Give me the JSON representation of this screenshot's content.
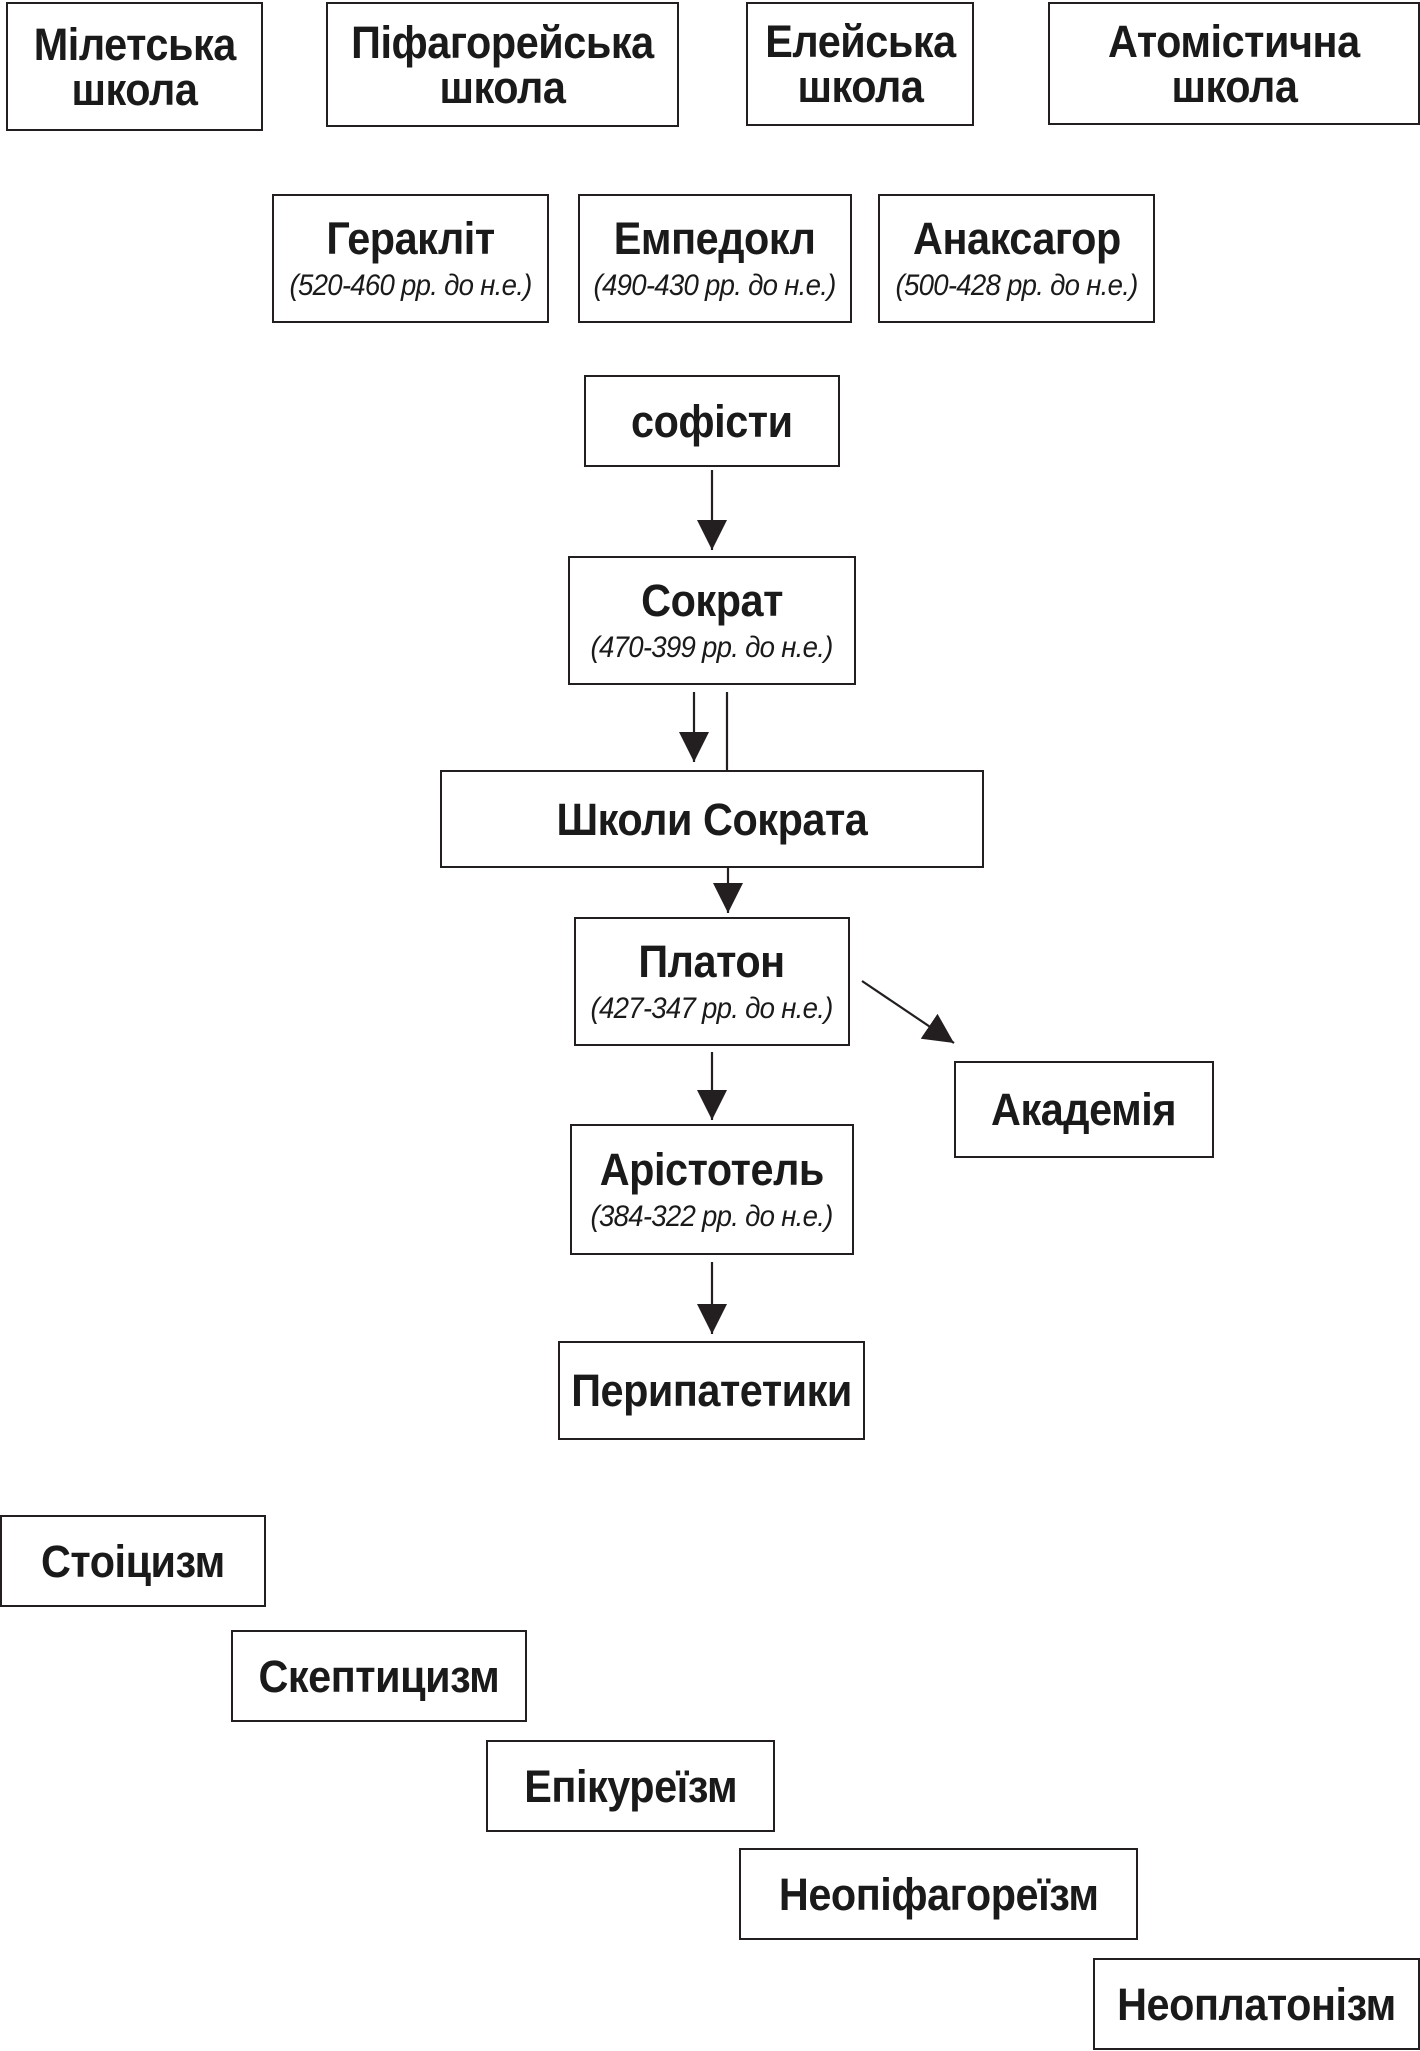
{
  "schools": {
    "miletus": {
      "line1": "Мілетська",
      "line2": "школа"
    },
    "pythagorean": {
      "line1": "Піфагорейська",
      "line2": "школа"
    },
    "eleatic": {
      "line1": "Елейська",
      "line2": "школа"
    },
    "atomist": {
      "line1": "Атомістична",
      "line2": "школа"
    }
  },
  "philosophers": {
    "heraclitus": {
      "name": "Геракліт",
      "dates": "(520-460 рр. до н.е.)"
    },
    "empedocles": {
      "name": "Емпедокл",
      "dates": "(490-430 рр. до н.е.)"
    },
    "anaxagoras": {
      "name": "Анаксагор",
      "dates": "(500-428 рр. до н.е.)"
    },
    "socrates": {
      "name": "Сократ",
      "dates": "(470-399 рр. до н.е.)"
    },
    "plato": {
      "name": "Платон",
      "dates": "(427-347 рр. до н.е.)"
    },
    "aristotle": {
      "name": "Арістотель",
      "dates": "(384-322 рр. до н.е.)"
    }
  },
  "groups": {
    "sophists": "софісти",
    "socratic_schools": "Школи Сократа",
    "academy": "Академія",
    "peripatetics": "Перипатетики"
  },
  "hellenistic": {
    "stoicism": "Стоіцизм",
    "skepticism": "Скептицизм",
    "epicureanism": "Епікуреїзм",
    "neopythagoreanism": "Неопіфагореїзм",
    "neoplatonism": "Неоплатонізм"
  }
}
